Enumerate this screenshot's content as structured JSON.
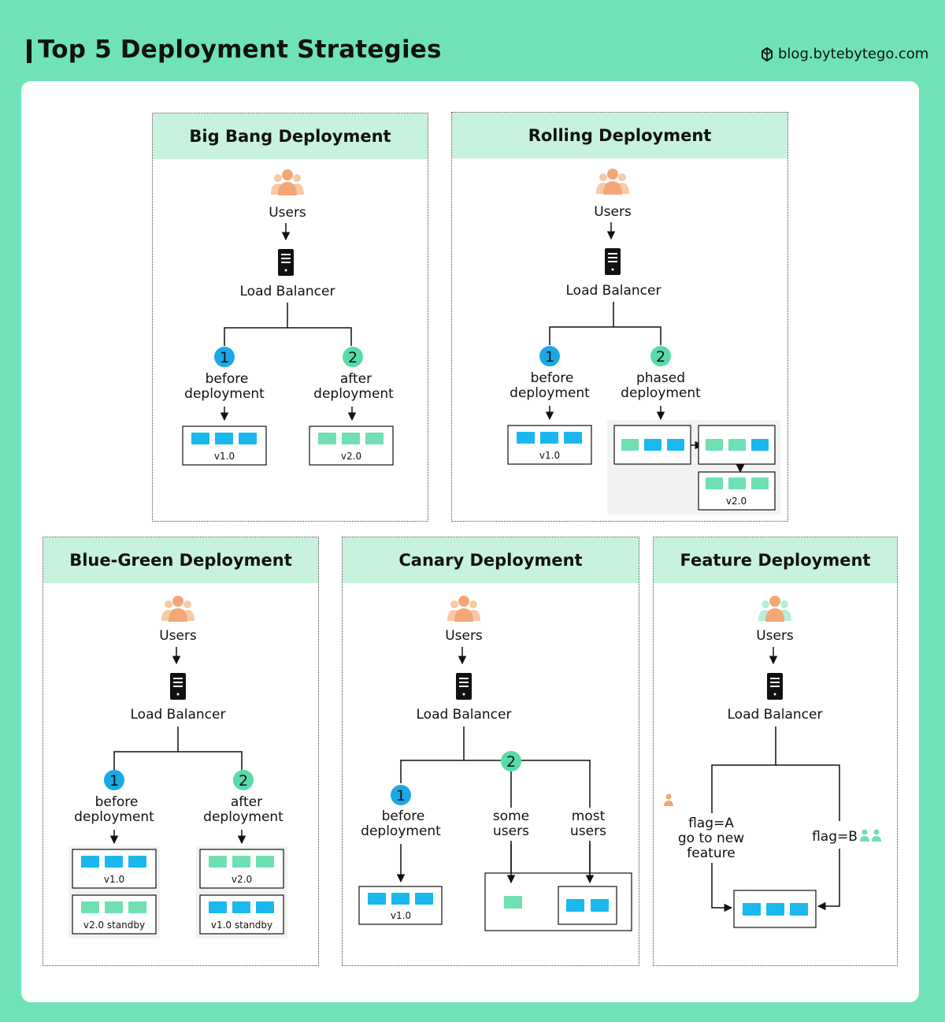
{
  "header": {
    "title": "Top 5 Deployment Strategies",
    "site": "blog.bytebytego.com"
  },
  "colors": {
    "background": "#6fe3b7",
    "panel_header": "#c6f2de",
    "v1_block": "#1ab8ee",
    "v2_block": "#6fe0b3",
    "marker_1": "#1aa9e6",
    "marker_2": "#58dba9",
    "users_icon": "#f3a777"
  },
  "icons": [
    "users-icon",
    "server-icon",
    "logo-icon",
    "user-icon"
  ],
  "common": {
    "users": "Users",
    "load_balancer": "Load Balancer",
    "marker_1": "1",
    "marker_2": "2"
  },
  "panels": {
    "big_bang": {
      "title": "Big Bang Deployment",
      "branch1": [
        "before",
        "deployment"
      ],
      "branch2": [
        "after",
        "deployment"
      ],
      "box1": "v1.0",
      "box2": "v2.0"
    },
    "rolling": {
      "title": "Rolling Deployment",
      "branch1": [
        "before",
        "deployment"
      ],
      "branch2": [
        "phased",
        "deployment"
      ],
      "box1": "v1.0",
      "box_final": "v2.0"
    },
    "blue_green": {
      "title": "Blue-Green Deployment",
      "branch1": [
        "before",
        "deployment"
      ],
      "branch2": [
        "after",
        "deployment"
      ],
      "box1_active": "v1.0",
      "box1_standby": "v2.0 standby",
      "box2_active": "v2.0",
      "box2_standby": "v1.0 standby"
    },
    "canary": {
      "title": "Canary Deployment",
      "branch1": [
        "before",
        "deployment"
      ],
      "branch_some": [
        "some",
        "users"
      ],
      "branch_most": [
        "most",
        "users"
      ],
      "box1": "v1.0"
    },
    "feature": {
      "title": "Feature Deployment",
      "flag_a": [
        "flag=A",
        "go to new",
        "feature"
      ],
      "flag_b": "flag=B"
    }
  }
}
